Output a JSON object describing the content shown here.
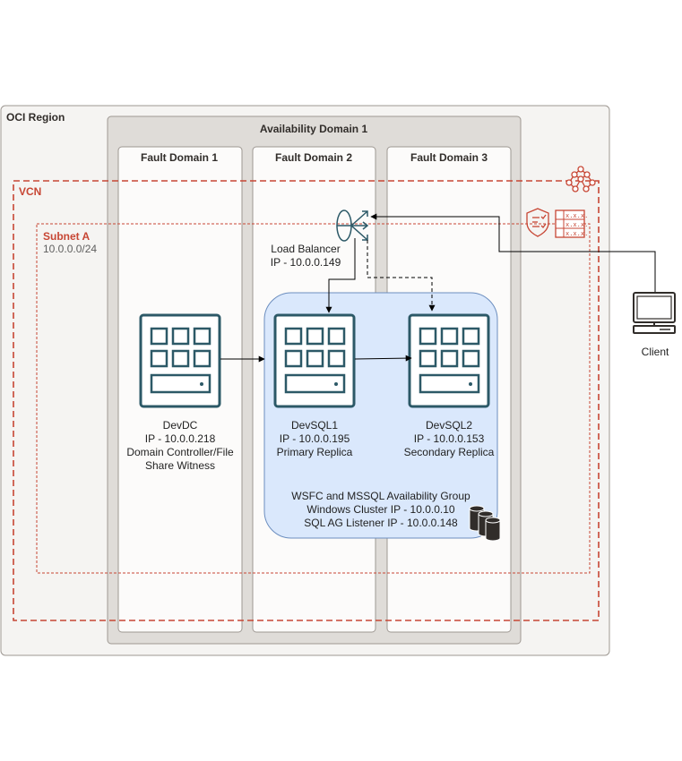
{
  "region": {
    "label": "OCI Region"
  },
  "availability_domain": {
    "label": "Availability Domain 1"
  },
  "fault_domains": [
    {
      "label": "Fault Domain 1"
    },
    {
      "label": "Fault Domain 2"
    },
    {
      "label": "Fault Domain 3"
    }
  ],
  "vcn": {
    "label": "VCN"
  },
  "subnet": {
    "label": "Subnet A",
    "cidr": "10.0.0.0/24"
  },
  "load_balancer": {
    "name": "Load Balancer",
    "ip": "IP - 10.0.0.149"
  },
  "servers": [
    {
      "name": "DevDC",
      "ip": "IP - 10.0.0.218",
      "role_line1": "Domain Controller/File",
      "role_line2": "Share Witness"
    },
    {
      "name": "DevSQL1",
      "ip": "IP - 10.0.0.195",
      "role_line1": "Primary Replica"
    },
    {
      "name": "DevSQL2",
      "ip": "IP - 10.0.0.153",
      "role_line1": "Secondary Replica"
    }
  ],
  "ag_group": {
    "line1": "WSFC and MSSQL Availability Group",
    "line2": "Windows Cluster IP - 10.0.0.10",
    "line3": "SQL AG Listener IP - 10.0.0.148"
  },
  "client": {
    "label": "Client"
  },
  "route_table": {
    "cell_text": "x.x.x."
  },
  "icons": [
    "vcn-icon",
    "security-list-icon",
    "route-table-icon",
    "load-balancer-icon",
    "server-icon",
    "database-icon",
    "client-computer-icon"
  ],
  "colors": {
    "oracle_red": "#c74634",
    "dark_teal": "#2c5967",
    "ag_fill": "#dae8fc",
    "ag_stroke": "#6c8ebf"
  }
}
